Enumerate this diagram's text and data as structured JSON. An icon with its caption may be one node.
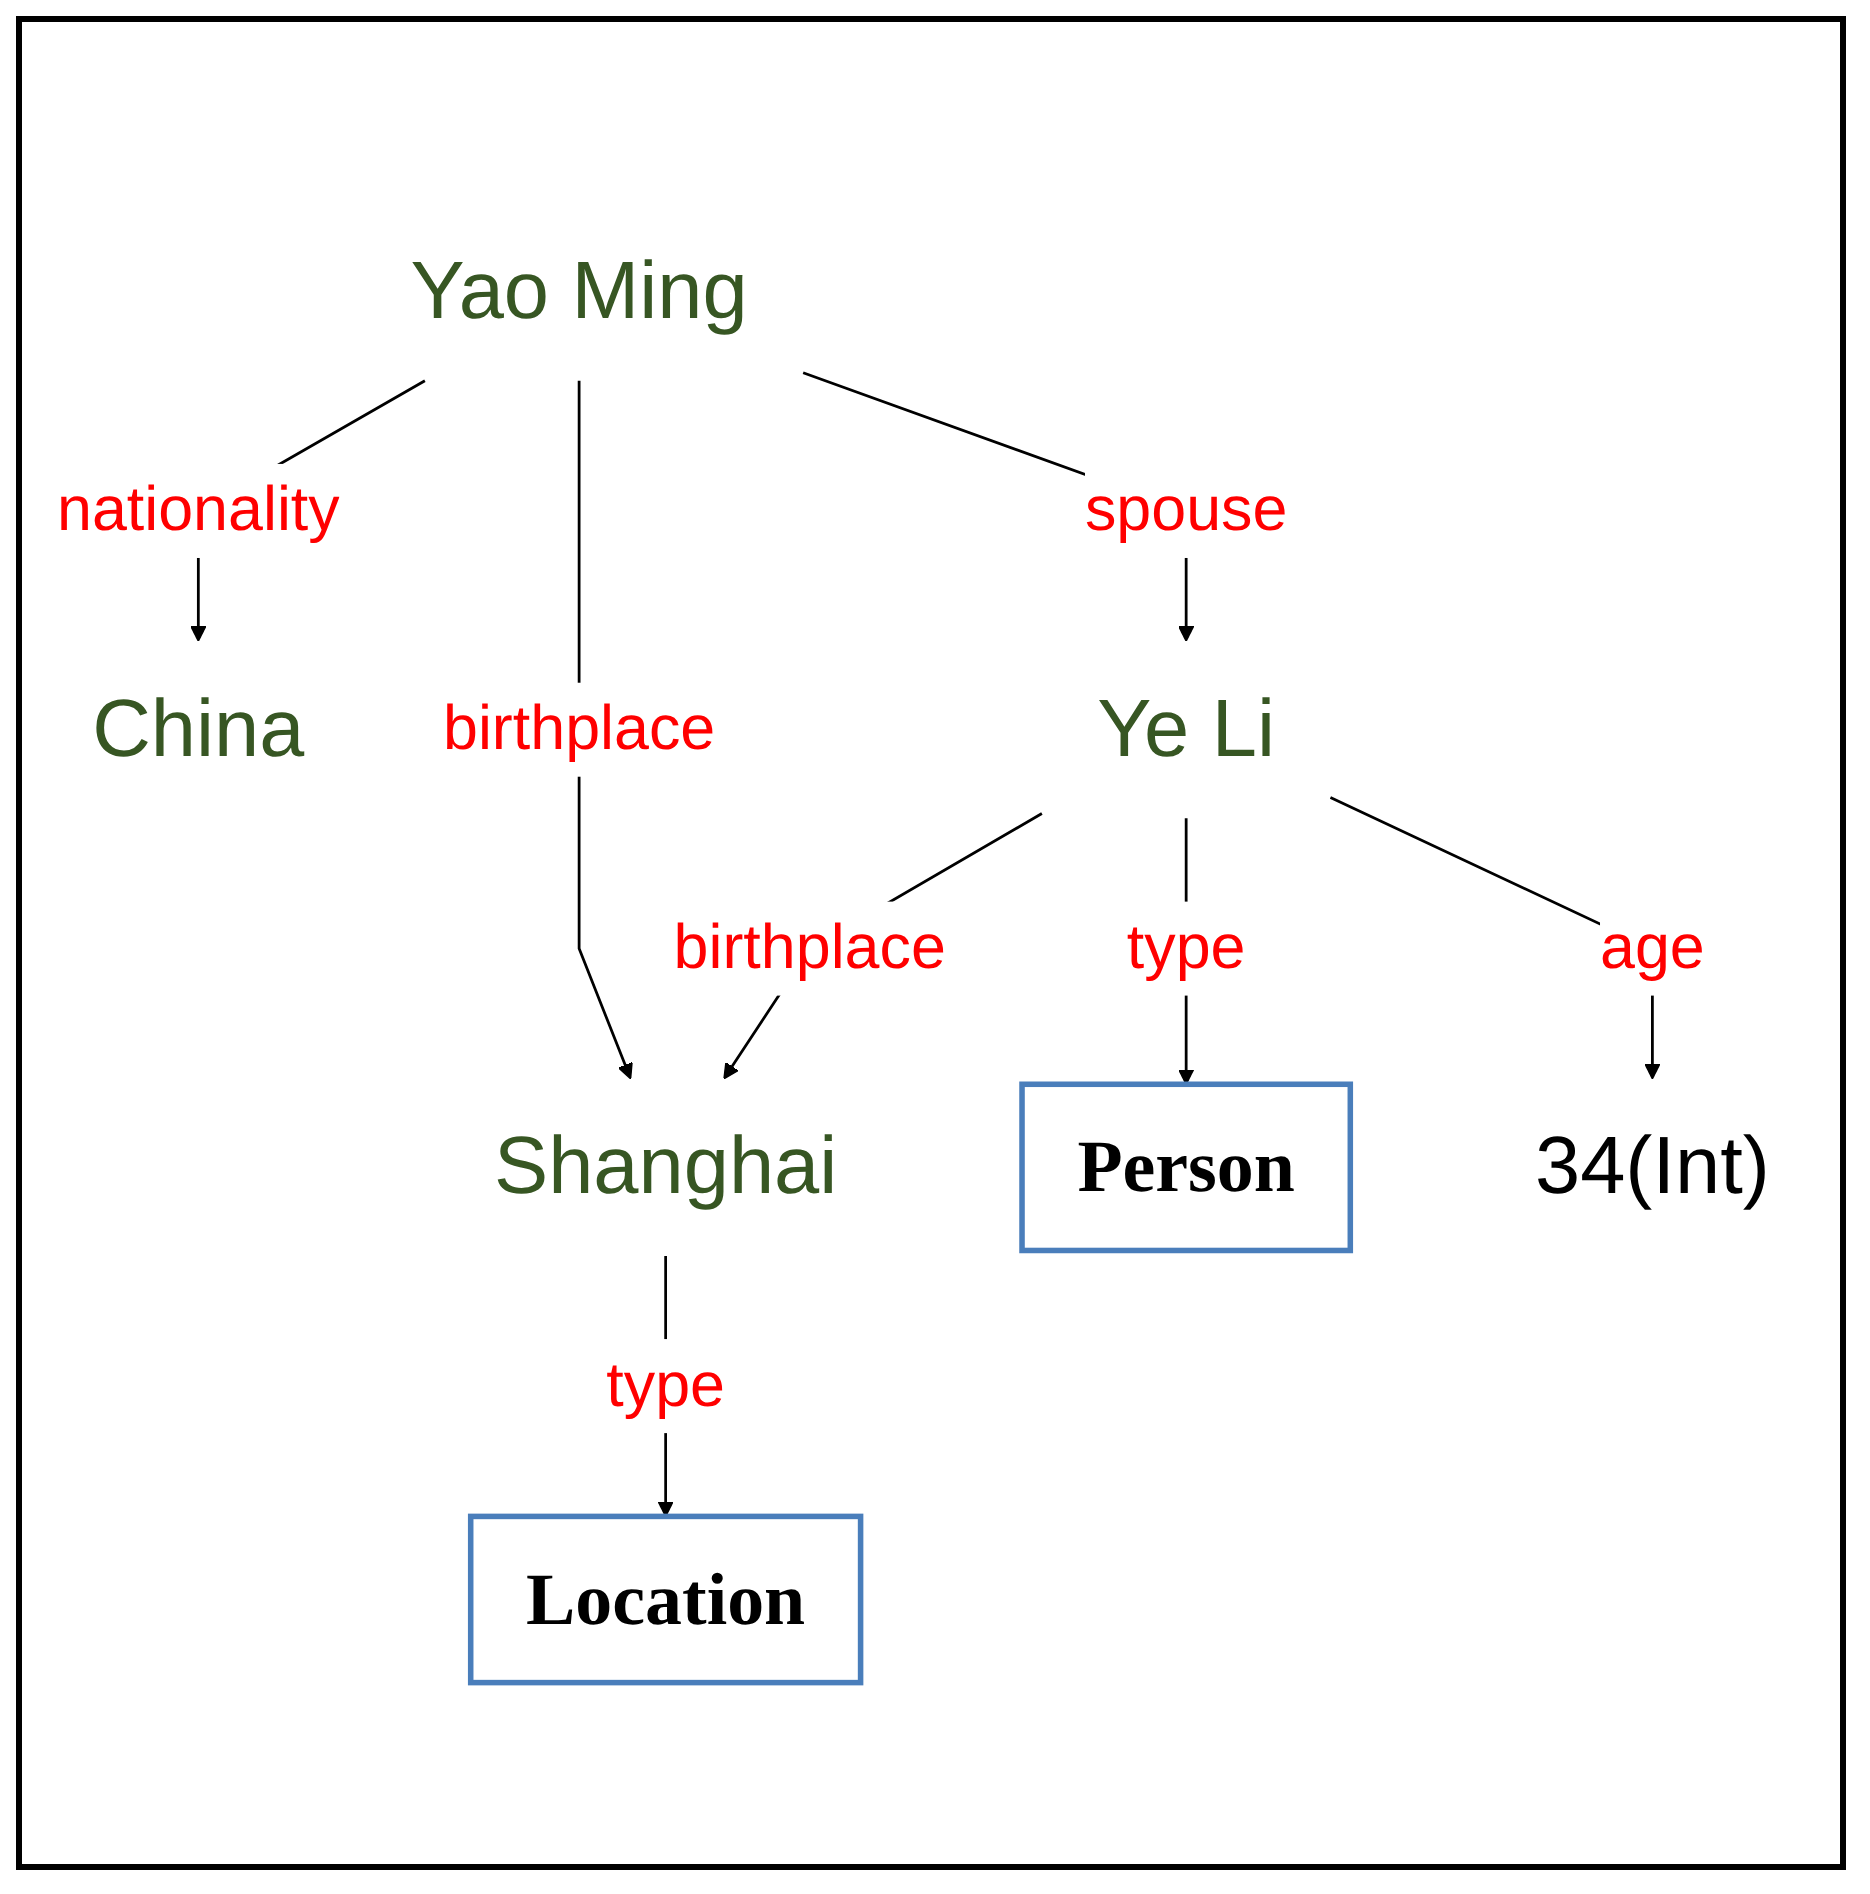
{
  "diagram": {
    "nodes": [
      {
        "text": [
          "Shanghai"
        ]
      },
      {
        "text": [
          "Location"
        ]
      },
      {
        "text": [
          "Yao Ming"
        ]
      },
      {
        "text": [
          "China"
        ]
      },
      {
        "text": [
          "Ye Li"
        ]
      },
      {
        "text": [
          "Person"
        ]
      },
      {
        "text": [
          "34(Int)"
        ]
      }
    ],
    "edges": [
      {
        "from": 0,
        "to": 1,
        "arrow": "to",
        "label": "type"
      },
      {
        "from": 2,
        "to": 0,
        "arrow": "to",
        "label": "birthplace"
      },
      {
        "from": 4,
        "to": 0,
        "arrow": "to",
        "label": "birthplace"
      },
      {
        "from": 2,
        "to": 3,
        "arrow": "to",
        "label": "nationality"
      },
      {
        "from": 2,
        "to": 4,
        "arrow": "to",
        "label": "spouse"
      },
      {
        "from": 4,
        "to": 5,
        "arrow": "to",
        "label": "type"
      },
      {
        "from": 4,
        "to": 6,
        "arrow": "to",
        "label": "age"
      }
    ]
  }
}
